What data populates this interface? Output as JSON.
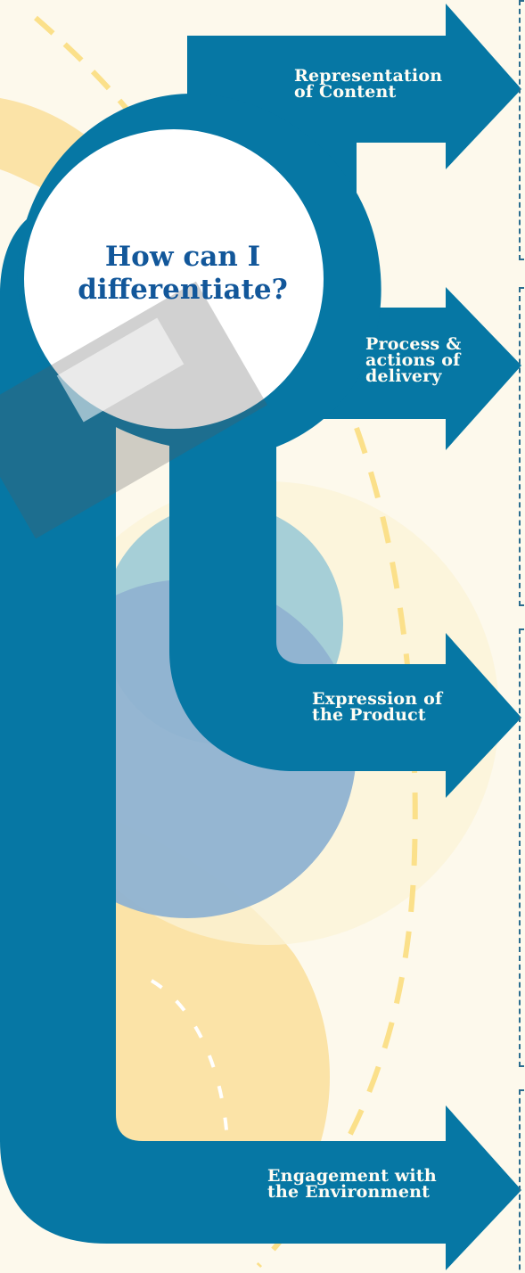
{
  "diagram": {
    "center": {
      "title": "How can I\ndifferentiate?"
    },
    "branches": [
      {
        "label": "Representation\nof Content"
      },
      {
        "label": "Process &\nactions of\ndelivery"
      },
      {
        "label": "Expression of\nthe Product"
      },
      {
        "label": "Engagement with\nthe Environment"
      }
    ]
  },
  "colors": {
    "background": "#fdf9ec",
    "arrow": "#0677a4",
    "center_circle": "#ffffff",
    "title_text": "#12579a",
    "label_text": "#fffdf4",
    "dashed_box": "#2a6d8f",
    "accent_yellow": "#fbe3a7",
    "accent_blue": "#8fb2d1"
  }
}
